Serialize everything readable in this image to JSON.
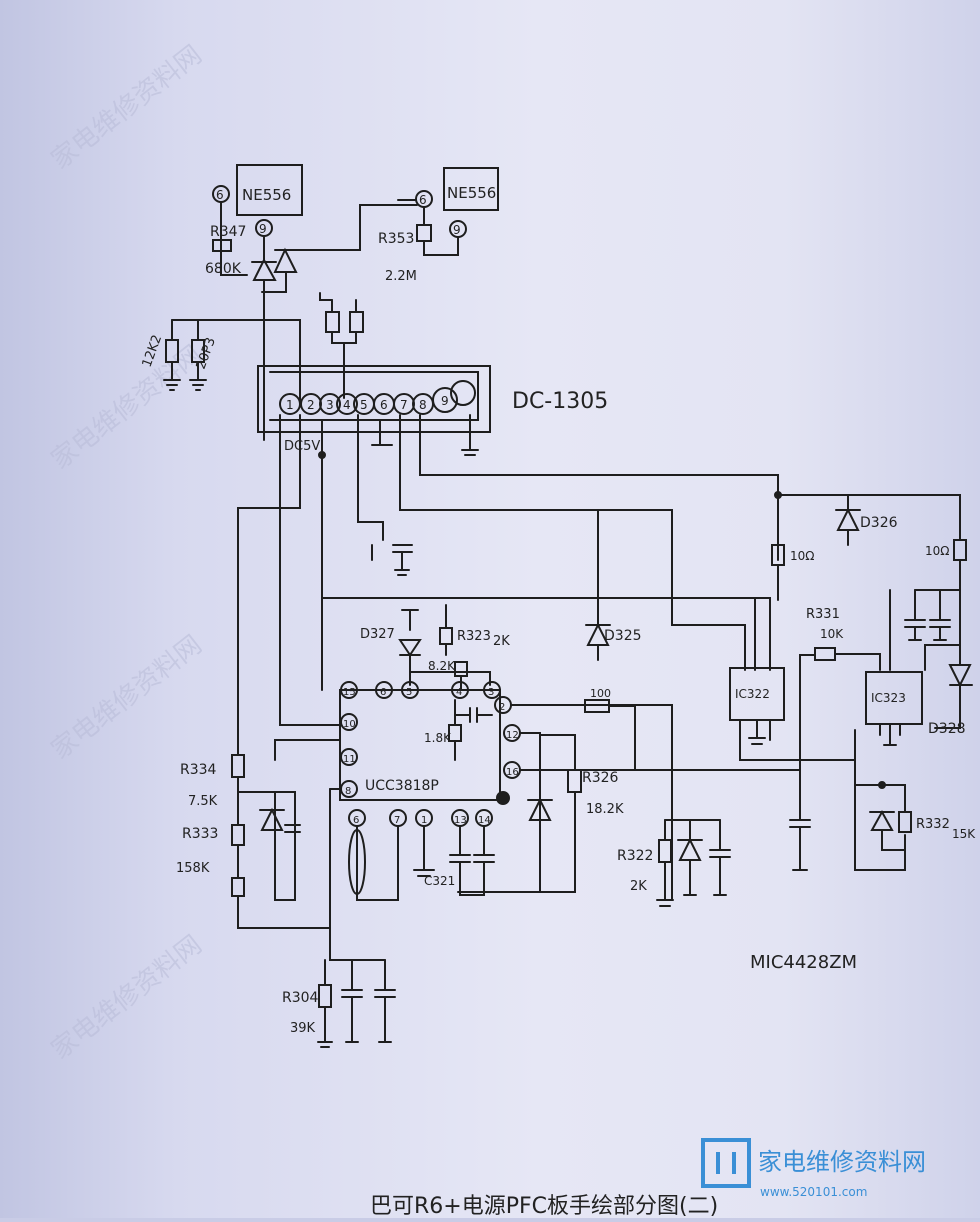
{
  "labels": {
    "ne556_a": "NE556",
    "ne556_b": "NE556",
    "pin6_a": "6",
    "pin9_a": "9",
    "pin6_b": "6",
    "pin9_b": "9",
    "r347": "R347",
    "r347_val": "680K",
    "r353": "R353",
    "r353_val": "2.2M",
    "r_12k2": "12K2",
    "c_20p3": "20P3",
    "connector": "DC-1305",
    "conn_pins": [
      "1",
      "2",
      "3",
      "4",
      "5",
      "6",
      "7",
      "8",
      "9"
    ],
    "dc5v": "DC5V",
    "d326": "D326",
    "r10_a": "10Ω",
    "r10_b": "10Ω",
    "d327": "D327",
    "r323": "R323",
    "r323_val": "2K",
    "r_8k2": "8.2K",
    "r_1k8": "1.8K",
    "d325": "D325",
    "r331": "R331",
    "r331_val": "10K",
    "ic322": "IC322",
    "ic323": "IC323",
    "d328": "D328",
    "ucc_pins": [
      "15",
      "6",
      "5",
      "4",
      "3",
      "2",
      "10",
      "11",
      "8",
      "12",
      "16",
      "6",
      "7",
      "1",
      "13",
      "14"
    ],
    "ucc": "UCC3818P",
    "r_100": "100",
    "r326": "R326",
    "r326_val": "18.2K",
    "r322": "R322",
    "r322_val": "2K",
    "r332": "R332",
    "r332_val": "15K",
    "r334": "R334",
    "r334_val": "7.5K",
    "r333": "R333",
    "r333_val": "158K",
    "c321": "C321",
    "mic": "MIC4428ZM",
    "r304": "R304",
    "r304_val": "39K",
    "caption": "巴可R6+电源PFC板手绘部分图(二)",
    "logo_text": "家电维修资料网",
    "logo_url": "www.520101.com",
    "watermark": "家电维修资料网"
  }
}
